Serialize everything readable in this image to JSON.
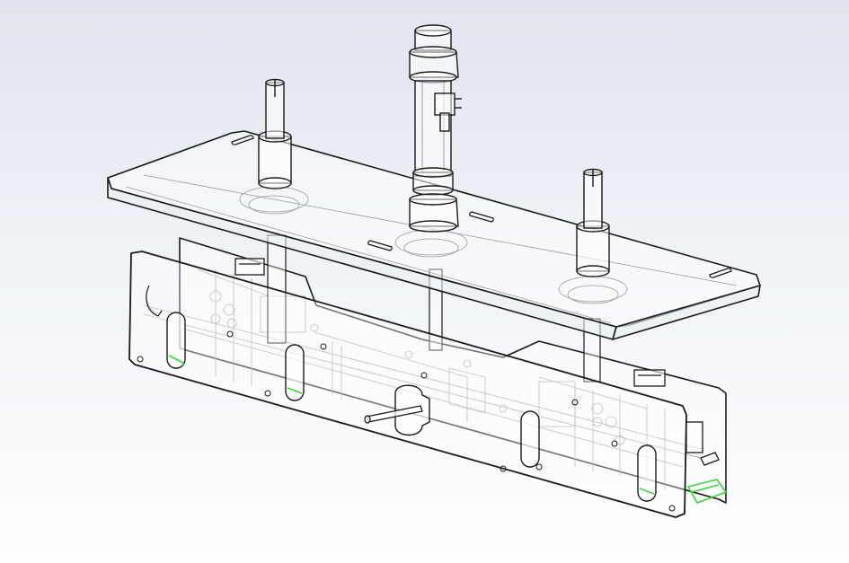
{
  "scene": {
    "type": "cad-isometric-assembly",
    "render_style": "hidden-lines-visible wireframe",
    "colors": {
      "background_top": "#dfe4ee",
      "background_bottom": "#ffffff",
      "edge": "#1a1a1a",
      "hidden_edge": "#8a8a8a",
      "selection_highlight": "#3cd43c"
    },
    "parts": [
      "top-plate",
      "central-vertical-tube",
      "left-post",
      "right-post",
      "vertical-connector-rods",
      "front-housing-plate",
      "rear-housing-plate",
      "horizontal-shaft",
      "side-brackets"
    ]
  }
}
